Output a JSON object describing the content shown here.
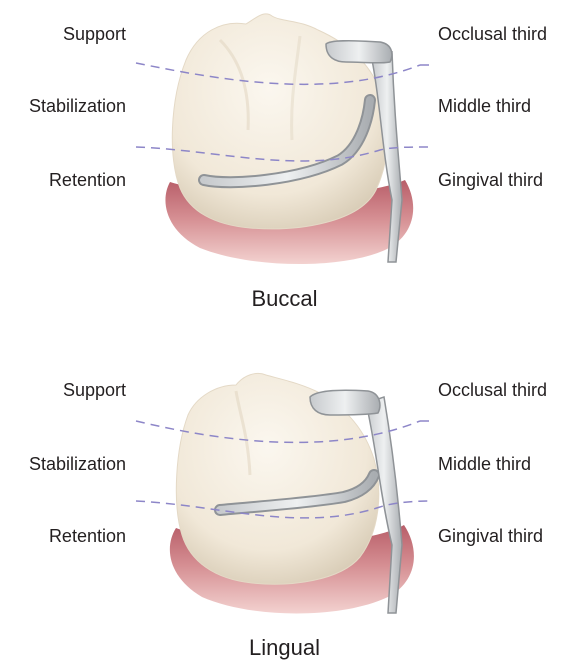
{
  "panels": [
    {
      "view": "Buccal",
      "left_labels": [
        "Support",
        "Stabilization",
        "Retention"
      ],
      "right_labels": [
        "Occlusal third",
        "Middle third",
        "Gingival third"
      ]
    },
    {
      "view": "Lingual",
      "left_labels": [
        "Support",
        "Stabilization",
        "Retention"
      ],
      "right_labels": [
        "Occlusal third",
        "Middle third",
        "Gingival third"
      ]
    }
  ],
  "colors": {
    "tooth": "#f3ebdd",
    "tooth_shadow": "#d9cdb9",
    "gingiva": "#c9767f",
    "gingiva_light": "#e7b4b5",
    "clasp": "#d6d8da",
    "clasp_shadow": "#8f9397",
    "divider_line": "#8d86c8"
  }
}
